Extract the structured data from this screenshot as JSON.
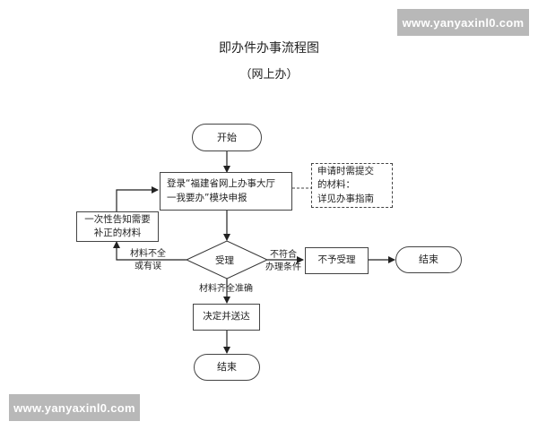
{
  "watermark": {
    "top": "www.yanyaxinl0.com",
    "bottom": "www.yanyaxinl0.com"
  },
  "header": {
    "title": "即办件办事流程图",
    "subtitle": "（网上办）"
  },
  "nodes": {
    "start": "开始",
    "submit": "登录“福建省网上办事大厅\n一我要办”模块申报",
    "note": "申请时需提交\n的材料：\n详见办事指南",
    "supplement": "一次性告知需要\n补正的材料",
    "accept": "受理",
    "reject": "不予受理",
    "end_right": "结束",
    "decide": "决定并送达",
    "end_bottom": "结束"
  },
  "edge_labels": {
    "incomplete": "材料不全\n或有误",
    "not_qualified": "不符合\n办理条件",
    "complete": "材料齐全准确"
  }
}
